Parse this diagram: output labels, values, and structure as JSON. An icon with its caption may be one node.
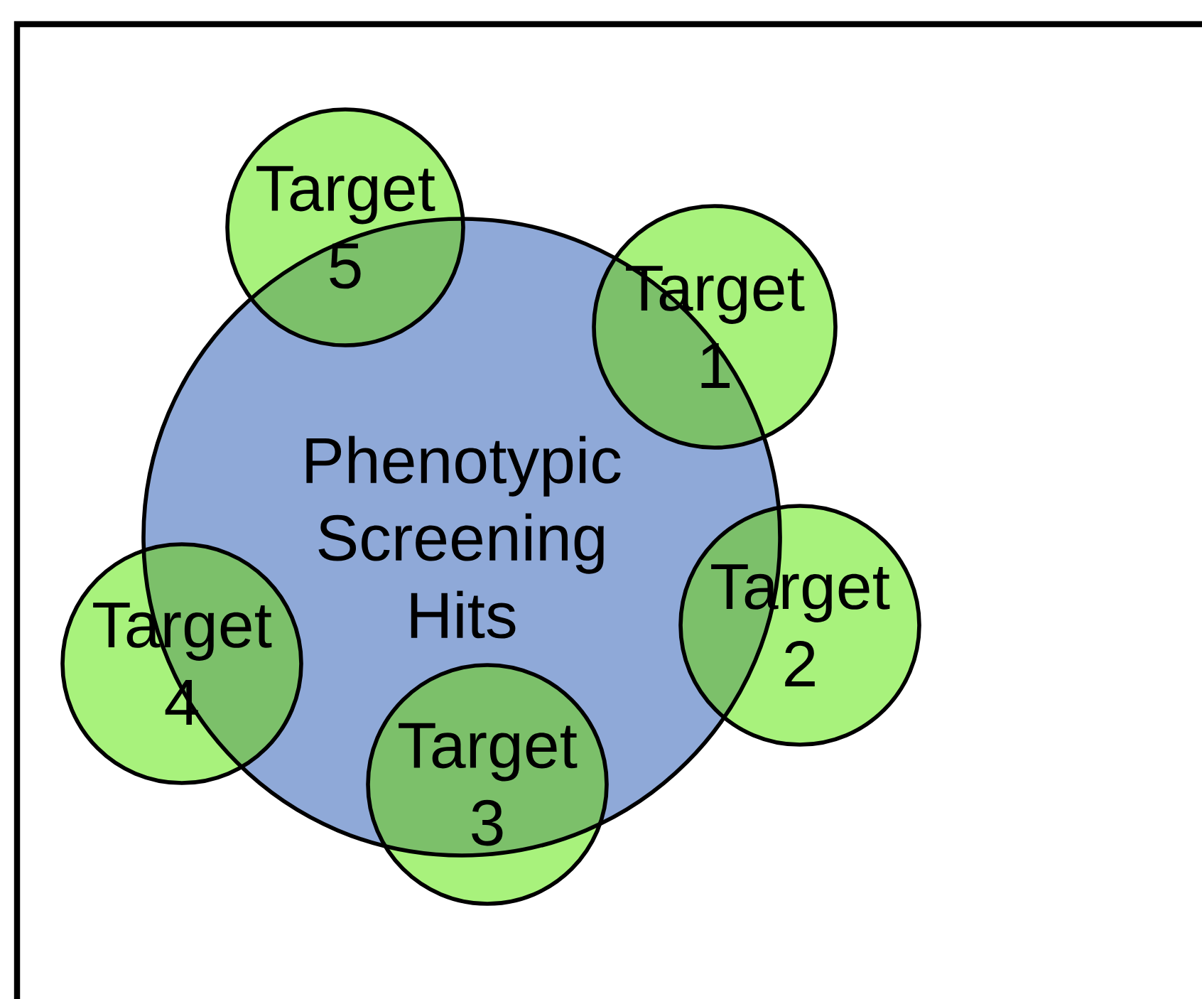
{
  "diagram": {
    "nodes": [
      {
        "text": [
          "Target 5"
        ]
      },
      {
        "text": [
          "Target 1"
        ]
      },
      {
        "text": [
          "Phenotypic Screening Hits"
        ]
      },
      {
        "text": [
          "Target 2"
        ]
      },
      {
        "text": [
          "Target 4"
        ]
      },
      {
        "text": [
          "Target 3"
        ]
      }
    ]
  }
}
